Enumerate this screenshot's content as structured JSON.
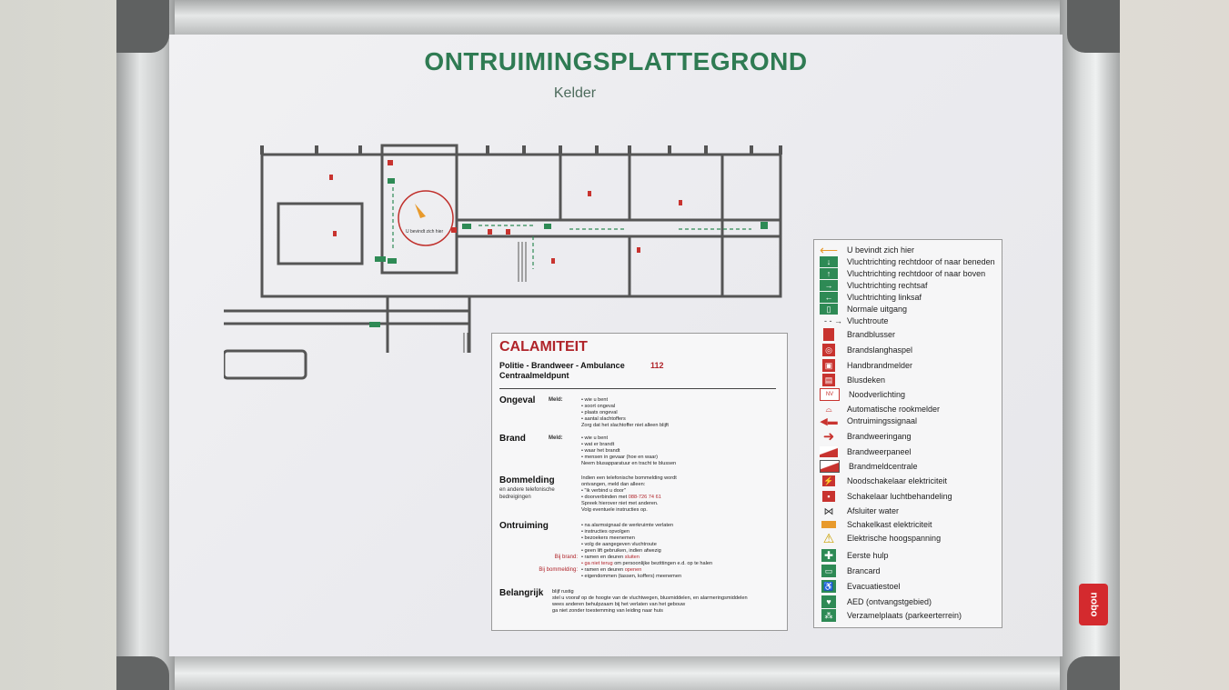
{
  "sign": {
    "title": "ONTRUIMINGSPLATTEGROND",
    "subtitle": "Kelder"
  },
  "plan": {
    "you_are_here_label": "U bevindt zich hier"
  },
  "calamiteit": {
    "title": "CALAMITEIT",
    "services": "Politie - Brandweer - Ambulance",
    "number": "112",
    "centraal": "Centraalmeldpunt",
    "meld_label": "Meld:",
    "ongeval": {
      "heading": "Ongeval",
      "lines": [
        "• wie u bent",
        "• soort ongeval",
        "• plaats ongeval",
        "• aantal slachtoffers",
        "Zorg dat het slachtoffer niet alleen blijft"
      ]
    },
    "brand": {
      "heading": "Brand",
      "lines": [
        "• wie u bent",
        "• wat er brandt",
        "• waar het brandt",
        "• mensen in gevaar (hoe en waar)",
        "Neem blusapparatuur en tracht te blussen"
      ]
    },
    "bommelding": {
      "heading": "Bommelding",
      "sub": "en andere telefonische bedreigingen",
      "lines": [
        "Indien een telefonische bommelding wordt",
        "ontvangen, meld dan alleen:",
        "• \"ik verbind u door\"",
        "• doorverbinden met",
        "Spreek hierover niet met anderen.",
        "Volg eventuele instructies op."
      ],
      "phone": "088-726 74 61"
    },
    "ontruiming": {
      "heading": "Ontruiming",
      "lines": [
        "• na alarmsignaal de werkruimte verlaten",
        "• instructies opvolgen",
        "• bezoekers meenemen",
        "• volg de aangegeven vluchtroute",
        "• geen lift gebruiken, indien afwezig"
      ],
      "bij_brand": "Bij brand:",
      "brand_lines": [
        "• ramen en deuren",
        "• ga niet terug"
      ],
      "brand_sluiten": "sluiten",
      "brand_rest": "om persoonlijke bezittingen e.d. op te halen",
      "bij_bommelding": "Bij bommelding:",
      "bom_lines": [
        "• ramen en deuren",
        "• eigendommen (tassen, koffers) meenemen"
      ],
      "bom_openen": "openen"
    },
    "belangrijk": {
      "heading": "Belangrijk",
      "lines": [
        "blijf rustig",
        "stel u vooraf op de hoogte van de vluchtwegen, blusmiddelen, en alarmeringsmiddelen",
        "wees anderen behulpzaam bij het verlaten van het gebouw",
        "ga niet zonder toestemming van leiding naar huis"
      ]
    }
  },
  "legend": [
    {
      "icon": "you-are-here-icon",
      "label": "U bevindt zich hier",
      "color": "#e89a2c"
    },
    {
      "icon": "exit-down-icon",
      "label": "Vluchtrichting rechtdoor of naar beneden",
      "color": "#2e8a55"
    },
    {
      "icon": "exit-up-icon",
      "label": "Vluchtrichting rechtdoor of naar boven",
      "color": "#2e8a55"
    },
    {
      "icon": "exit-right-icon",
      "label": "Vluchtrichting rechtsaf",
      "color": "#2e8a55"
    },
    {
      "icon": "exit-left-icon",
      "label": "Vluchtrichting linksaf",
      "color": "#2e8a55"
    },
    {
      "icon": "exit-icon",
      "label": "Normale uitgang",
      "color": "#2e8a55"
    },
    {
      "icon": "escape-route-icon",
      "label": "Vluchtroute",
      "color": "#333333"
    },
    {
      "icon": "extinguisher-icon",
      "label": "Brandblusser",
      "color": "#c8332f"
    },
    {
      "icon": "hose-reel-icon",
      "label": "Brandslanghaspel",
      "color": "#c8332f"
    },
    {
      "icon": "call-point-icon",
      "label": "Handbrandmelder",
      "color": "#c8332f"
    },
    {
      "icon": "fire-blanket-icon",
      "label": "Blusdeken",
      "color": "#c8332f"
    },
    {
      "icon": "emergency-light-icon",
      "label": "Noodverlichting",
      "color": "#c8332f"
    },
    {
      "icon": "smoke-detector-icon",
      "label": "Automatische rookmelder",
      "color": "#c8332f"
    },
    {
      "icon": "evacuation-signal-icon",
      "label": "Ontruimingssignaal",
      "color": "#c8332f"
    },
    {
      "icon": "fire-entrance-icon",
      "label": "Brandweeringang",
      "color": "#c8332f"
    },
    {
      "icon": "fire-panel-icon",
      "label": "Brandweerpaneel",
      "color": "#c8332f"
    },
    {
      "icon": "fire-alarm-central-icon",
      "label": "Brandmeldcentrale",
      "color": "#c8332f"
    },
    {
      "icon": "emergency-switch-icon",
      "label": "Noodschakelaar elektriciteit",
      "color": "#c8332f"
    },
    {
      "icon": "ventilation-switch-icon",
      "label": "Schakelaar luchtbehandeling",
      "color": "#c8332f"
    },
    {
      "icon": "water-valve-icon",
      "label": "Afsluiter water",
      "color": "#333333"
    },
    {
      "icon": "electric-cabinet-icon",
      "label": "Schakelkast elektriciteit",
      "color": "#e89a2c"
    },
    {
      "icon": "high-voltage-icon",
      "label": "Elektrische hoogspanning",
      "color": "#f2c200"
    },
    {
      "icon": "first-aid-icon",
      "label": "Eerste hulp",
      "color": "#2e8a55"
    },
    {
      "icon": "stretcher-icon",
      "label": "Brancard",
      "color": "#2e8a55"
    },
    {
      "icon": "evacuation-chair-icon",
      "label": "Evacuatiestoel",
      "color": "#2e8a55"
    },
    {
      "icon": "aed-icon",
      "label": "AED (ontvangstgebied)",
      "color": "#2e8a55"
    },
    {
      "icon": "assembly-point-icon",
      "label": "Verzamelplaats (parkeerterrein)",
      "color": "#2e8a55"
    }
  ],
  "brand_logo": "nobo"
}
